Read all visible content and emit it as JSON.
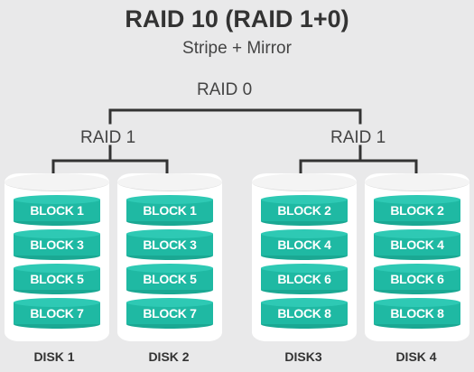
{
  "title": "RAID 10 (RAID 1+0)",
  "subtitle": "Stripe + Mirror",
  "labels": {
    "raid0": "RAID 0",
    "raid1_left": "RAID 1",
    "raid1_right": "RAID 1"
  },
  "colors": {
    "background": "#e9e9ea",
    "block": "#1fb9a3",
    "disk": "#ffffff",
    "line": "#333333"
  },
  "disks": [
    {
      "name": "DISK 1",
      "blocks": [
        "BLOCK 1",
        "BLOCK 3",
        "BLOCK 5",
        "BLOCK 7"
      ]
    },
    {
      "name": "DISK 2",
      "blocks": [
        "BLOCK 1",
        "BLOCK 3",
        "BLOCK 5",
        "BLOCK 7"
      ]
    },
    {
      "name": "DISK3",
      "blocks": [
        "BLOCK 2",
        "BLOCK 4",
        "BLOCK 6",
        "BLOCK 8"
      ]
    },
    {
      "name": "DISK 4",
      "blocks": [
        "BLOCK 2",
        "BLOCK 4",
        "BLOCK 6",
        "BLOCK 8"
      ]
    }
  ]
}
